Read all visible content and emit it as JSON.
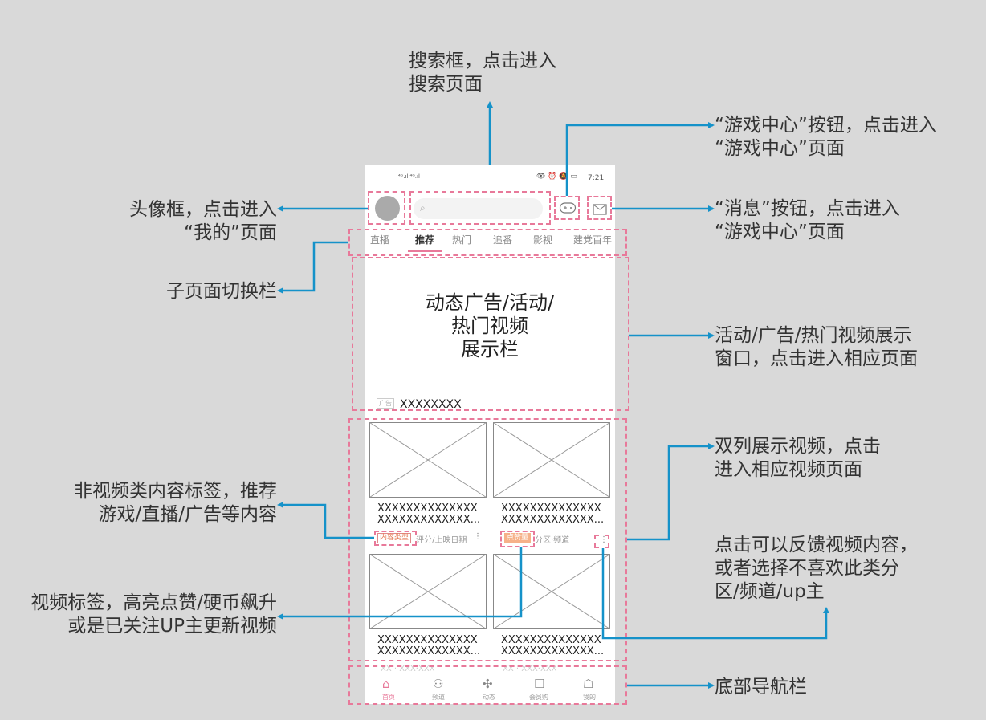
{
  "phone": {
    "status_signal": "⁴ᴳ.ıl ⁴ᴳ.ıl",
    "status_time": "7:21",
    "tabs": [
      "直播",
      "推荐",
      "热门",
      "追番",
      "影视",
      "建党百年"
    ],
    "banner_text": "动态广告/活动/\n热门视频\n展示栏",
    "ad_badge": "广告",
    "ad_text": "XXXXXXXX",
    "video_title": "XXXXXXXXXXXXXX\nXXXXXXXXXXXXX...",
    "card1_tag": "内容类型",
    "card1_meta": "评分/上映日期",
    "card2_tag": "点赞量",
    "card2_meta": "分区·频道",
    "more": "⋮",
    "partial_line": "XX · XXX·XXX",
    "nav": [
      "首页",
      "频道",
      "动态",
      "会员购",
      "我的"
    ]
  },
  "annotations": {
    "search": "搜索框，点击进入\n搜索页面",
    "game": "“游戏中心”按钮，点击进入\n“游戏中心”页面",
    "avatar": "头像框，点击进入\n“我的”页面",
    "message": "“消息”按钮，点击进入\n“游戏中心”页面",
    "tabs": "子页面切换栏",
    "banner": "活动/广告/热门视频展示\n窗口，点击进入相应页面",
    "double": "双列展示视频，点击\n进入相应视频页面",
    "nonvideo": "非视频类内容标签，推荐\n游戏/直播/广告等内容",
    "feedback": "点击可以反馈视频内容，\n或者选择不喜欢此类分\n区/频道/up主",
    "videotag": "视频标签，高亮点赞/硬币飙升\n或是已关注UP主更新视频",
    "bottom": "底部导航栏"
  },
  "colors": {
    "accent": "#e8799a",
    "arrow": "#1592c9",
    "bg": "#d9d9d9"
  }
}
